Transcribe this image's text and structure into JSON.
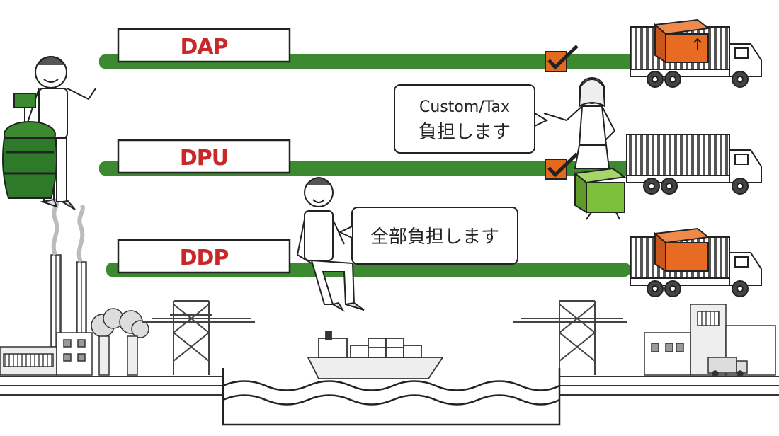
{
  "terms": [
    {
      "label": "DAP"
    },
    {
      "label": "DPU"
    },
    {
      "label": "DDP"
    }
  ],
  "bubbles": {
    "seller_says": {
      "line1": "Custom/Tax",
      "line2": "負担します"
    },
    "buyer_says": {
      "line1": "全部負担します"
    }
  },
  "colors": {
    "bar_green": "#3b8a2f",
    "label_red": "#c8282a",
    "box_orange": "#e86b24",
    "box_green": "#7cbf3a",
    "barrel_green": "#2e7a2a",
    "check_orange": "#e3691f"
  },
  "icons": [
    "checkbox-check-icon",
    "container-truck-icon",
    "cargo-box-icon",
    "crane-icon",
    "ship-icon",
    "factory-icon",
    "barrel-icon"
  ]
}
